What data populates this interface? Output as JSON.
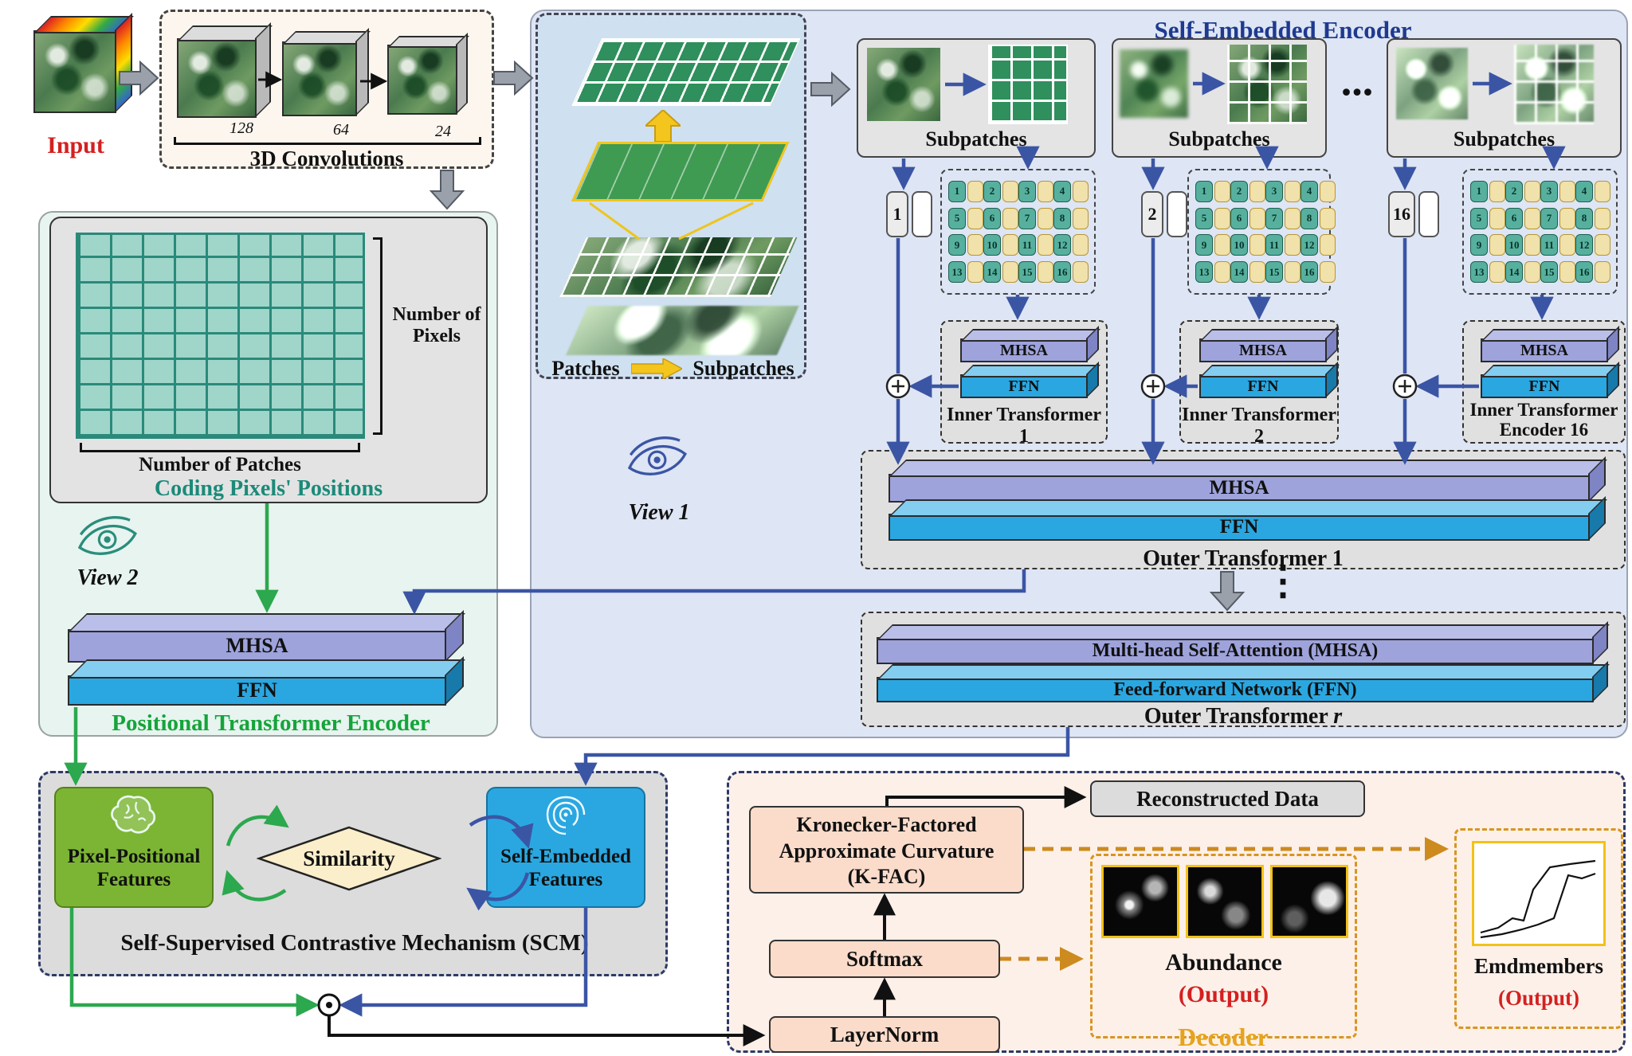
{
  "labels": {
    "mhsa": "MHSA",
    "ffn": "FFN"
  },
  "input": {
    "label": "Input"
  },
  "conv": {
    "title": "3D Convolutions",
    "depths": [
      "128",
      "64",
      "24"
    ]
  },
  "coding": {
    "pixels": "Number of Pixels",
    "patches": "Number of Patches",
    "caption": "Coding Pixels' Positions"
  },
  "views": {
    "view1": "View 1",
    "view2": "View 2"
  },
  "positional": {
    "caption": "Positional Transformer Encoder"
  },
  "encoder": {
    "title": "Self-Embedded Encoder",
    "patches_caption": {
      "left": "Patches",
      "right": "Subpatches"
    },
    "ellipsis": "...",
    "dots": "⋮",
    "token_numbers": [
      "1",
      "2",
      "3",
      "4",
      "5",
      "6",
      "7",
      "8",
      "9",
      "10",
      "11",
      "12",
      "13",
      "14",
      "15",
      "16"
    ],
    "groups": [
      {
        "label": "Subpatches",
        "token": "1",
        "caption": "Inner Transformer 1"
      },
      {
        "label": "Subpatches",
        "token": "2",
        "caption": "Inner Transformer 2"
      },
      {
        "label": "Subpatches",
        "token": "16",
        "caption": "Inner Transformer Encoder 16"
      }
    ],
    "outer1": {
      "caption": "Outer Transformer 1"
    },
    "outer_r": {
      "mhsa": "Multi-head Self-Attention (MHSA)",
      "ffn": "Feed-forward Network (FFN)",
      "caption_prefix": "Outer Transformer ",
      "caption_var": "r"
    }
  },
  "scm": {
    "left": "Pixel-Positional Features",
    "diamond": "Similarity",
    "right": "Self-Embedded Features",
    "caption": "Self-Supervised Contrastive Mechanism (SCM)"
  },
  "decoder": {
    "kfac_lines": [
      "Kronecker-Factored",
      "Approximate Curvature",
      "(K-FAC)"
    ],
    "reconstructed": "Reconstructed Data",
    "softmax": "Softmax",
    "layernorm": "LayerNorm",
    "abundance": {
      "label": "Abundance",
      "output": "(Output)"
    },
    "endmembers": {
      "label": "Emdmembers",
      "output": "(Output)"
    },
    "caption": "Decoder"
  }
}
